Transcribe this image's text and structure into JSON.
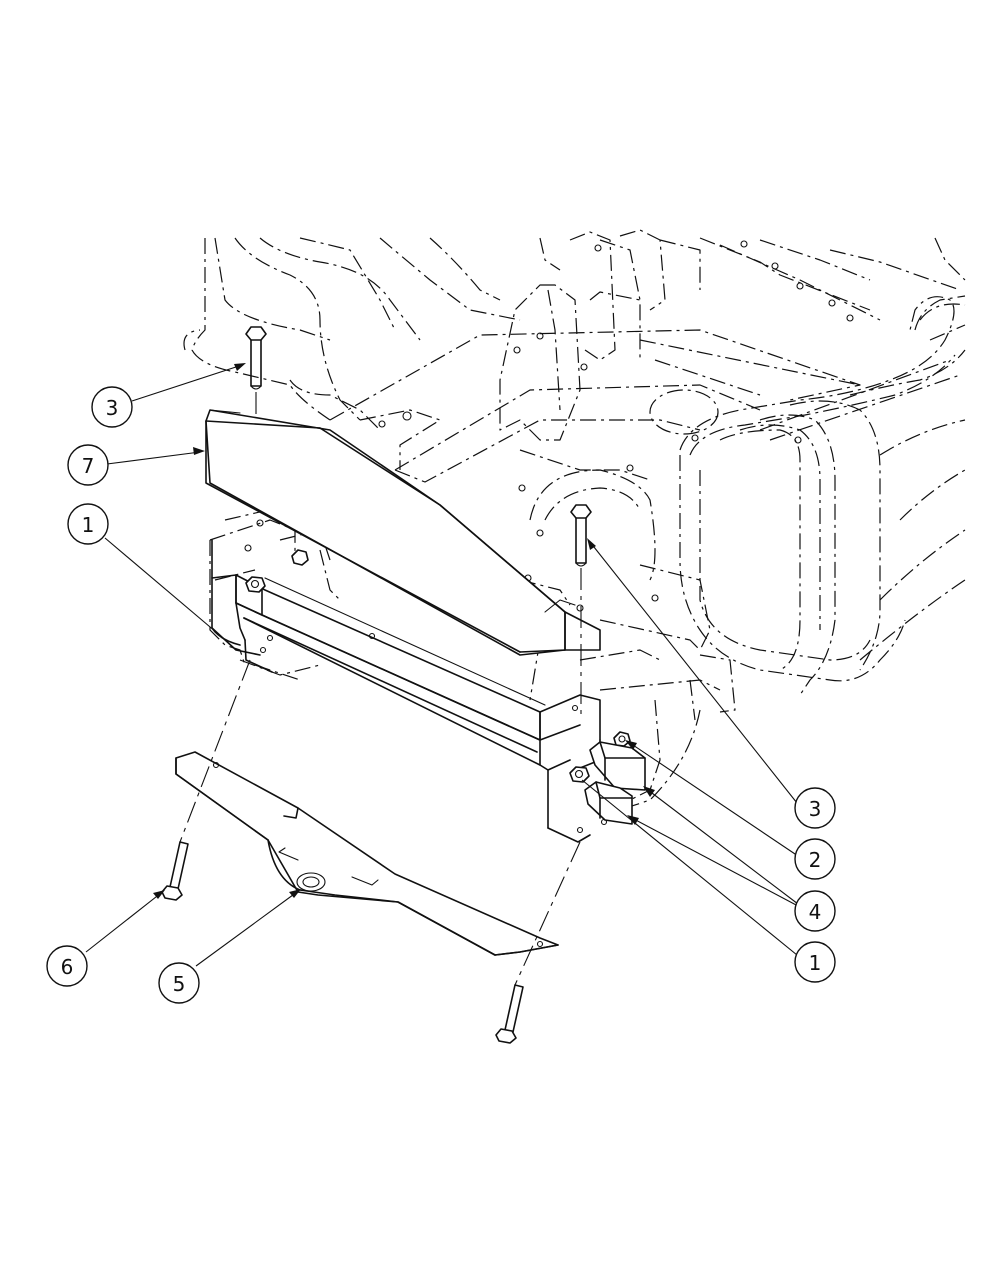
{
  "callouts": [
    {
      "id": "c3a",
      "label": "3"
    },
    {
      "id": "c7",
      "label": "7"
    },
    {
      "id": "c1a",
      "label": "1"
    },
    {
      "id": "c3b",
      "label": "3"
    },
    {
      "id": "c2",
      "label": "2"
    },
    {
      "id": "c4",
      "label": "4"
    },
    {
      "id": "c1b",
      "label": "1"
    },
    {
      "id": "c6",
      "label": "6"
    },
    {
      "id": "c5",
      "label": "5"
    }
  ],
  "colors": {
    "line": "#111111",
    "background": "#ffffff"
  }
}
